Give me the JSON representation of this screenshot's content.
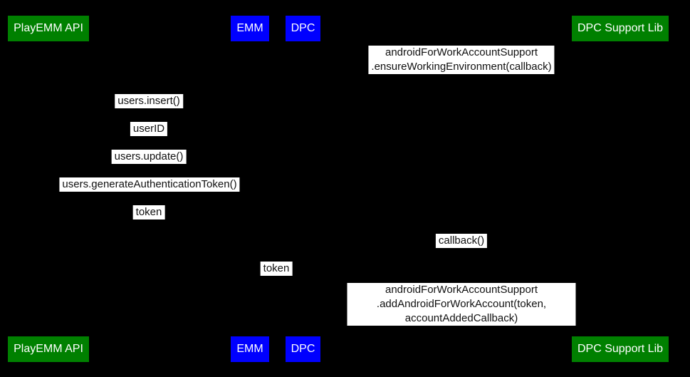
{
  "diagram": {
    "type": "sequence-diagram",
    "colors": {
      "background": "#000000",
      "actor_green": "#008000",
      "actor_blue": "#0000ff",
      "actor_text": "#ffffff",
      "message_background": "#ffffff",
      "message_text": "#111111"
    },
    "actors": [
      {
        "label": "PlayEMM API",
        "color": "#008000"
      },
      {
        "label": "EMM",
        "color": "#0000ff"
      },
      {
        "label": "DPC",
        "color": "#0000ff"
      },
      {
        "label": "DPC Support Lib",
        "color": "#008000"
      }
    ],
    "messages": [
      {
        "text": "androidForWorkAccountSupport\n.ensureWorkingEnvironment(callback)"
      },
      {
        "text": "users.insert()"
      },
      {
        "text": "userID"
      },
      {
        "text": "users.update()"
      },
      {
        "text": "users.generateAuthenticationToken()"
      },
      {
        "text": "token"
      },
      {
        "text": "callback()"
      },
      {
        "text": "token"
      },
      {
        "text": "androidForWorkAccountSupport\n.addAndroidForWorkAccount(token, accountAddedCallback)"
      }
    ]
  }
}
